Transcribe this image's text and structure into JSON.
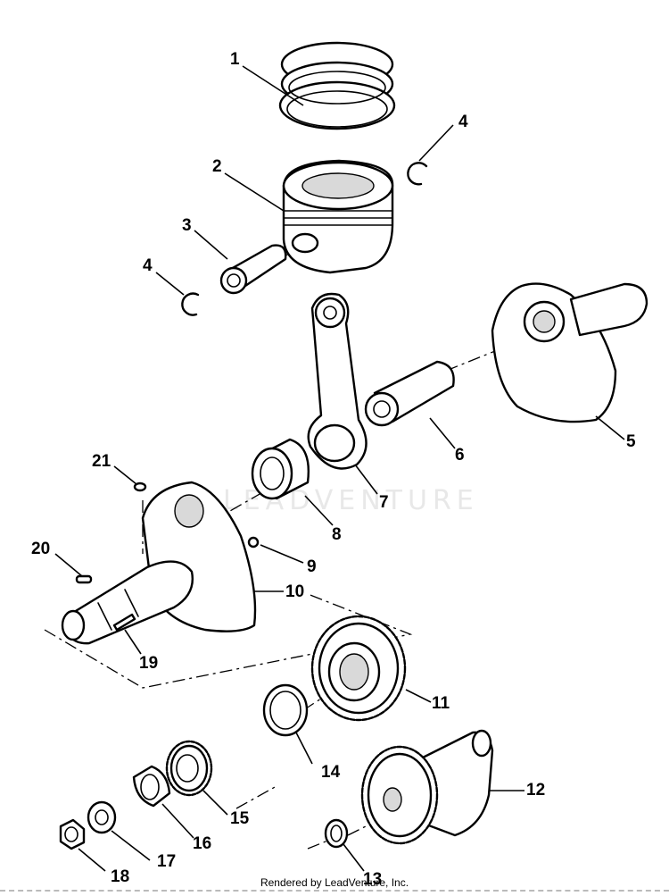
{
  "watermark": "LEADVENTURE",
  "credit": "Rendered by LeadVenture, Inc.",
  "callouts": [
    "1",
    "2",
    "3",
    "4",
    "4",
    "5",
    "6",
    "7",
    "8",
    "9",
    "10",
    "11",
    "12",
    "13",
    "14",
    "15",
    "16",
    "17",
    "18",
    "19",
    "20",
    "21"
  ]
}
